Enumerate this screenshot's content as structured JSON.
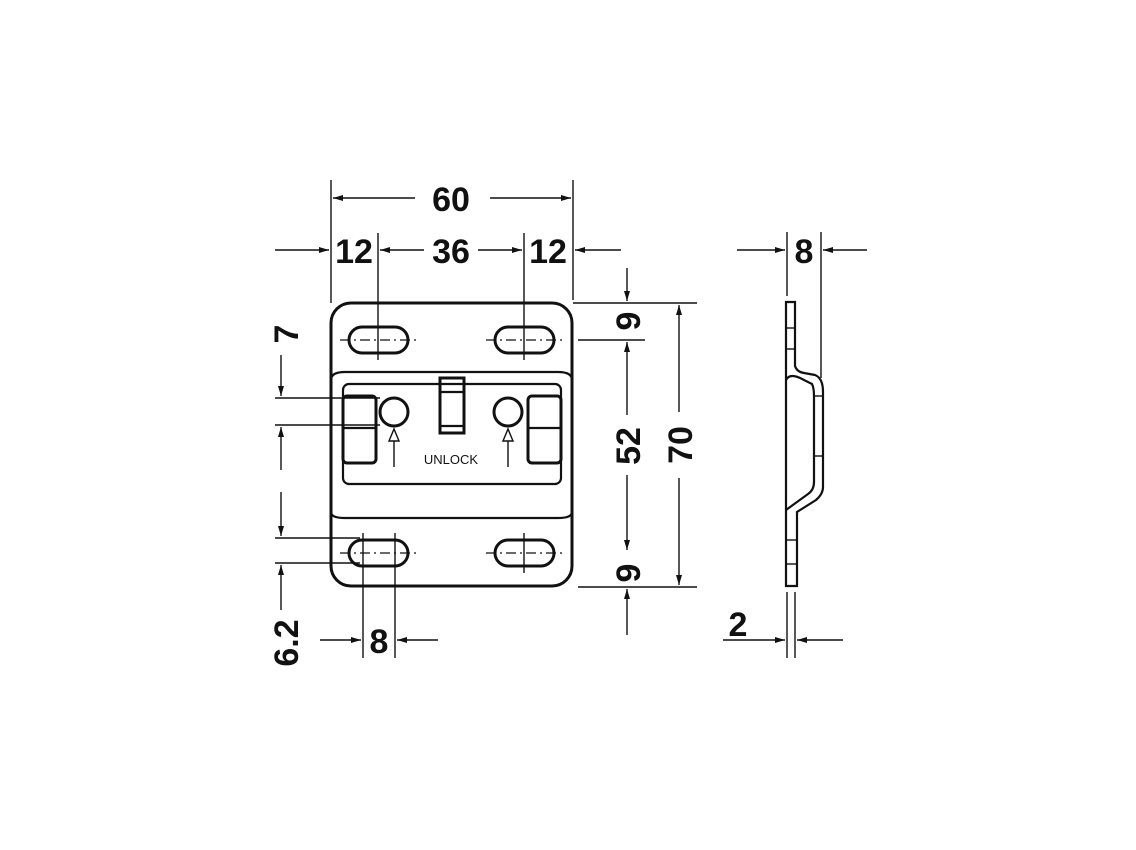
{
  "drawing": {
    "type": "technical-dimension-drawing",
    "subject": "wall mounting plate",
    "units": "mm",
    "front_view": {
      "label_text": "UNLOCK",
      "dimensions": {
        "overall_width": "60",
        "left_edge_to_slot": "12",
        "slot_spacing": "36",
        "right_slot_to_edge": "12",
        "overall_height": "70",
        "top_to_slot": "9",
        "slot_vertical_spacing": "52",
        "bottom_slot_to_edge": "9",
        "hook_height": "7",
        "slot_height": "6.2",
        "slot_width": "8"
      }
    },
    "side_view": {
      "dimensions": {
        "depth": "8",
        "thickness": "2"
      }
    },
    "colors": {
      "line": "#111111",
      "background": "#ffffff"
    }
  }
}
